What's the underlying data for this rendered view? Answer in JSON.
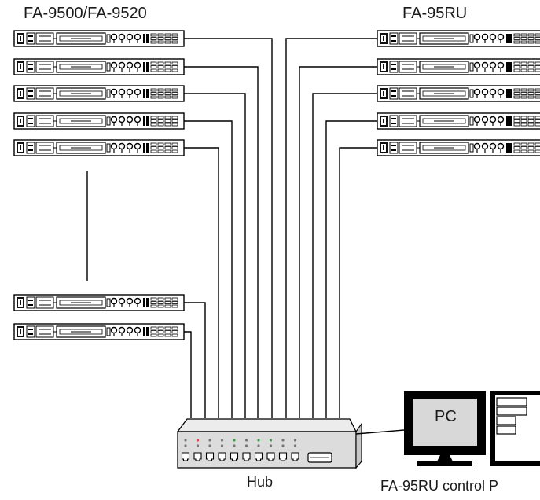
{
  "labels": {
    "left_group": "FA-9500/FA-9520",
    "right_group": "FA-95RU",
    "hub": "Hub",
    "pc": "PC",
    "pc_caption": "FA-95RU control P"
  },
  "hub": {
    "ports": 10
  },
  "colors": {
    "line": "#000000",
    "hub_body": "#e6e6e6",
    "hub_dark": "#c8c8c8",
    "led_red": "#d94a4a",
    "led_green": "#3aa34a",
    "led_grey": "#777777"
  }
}
